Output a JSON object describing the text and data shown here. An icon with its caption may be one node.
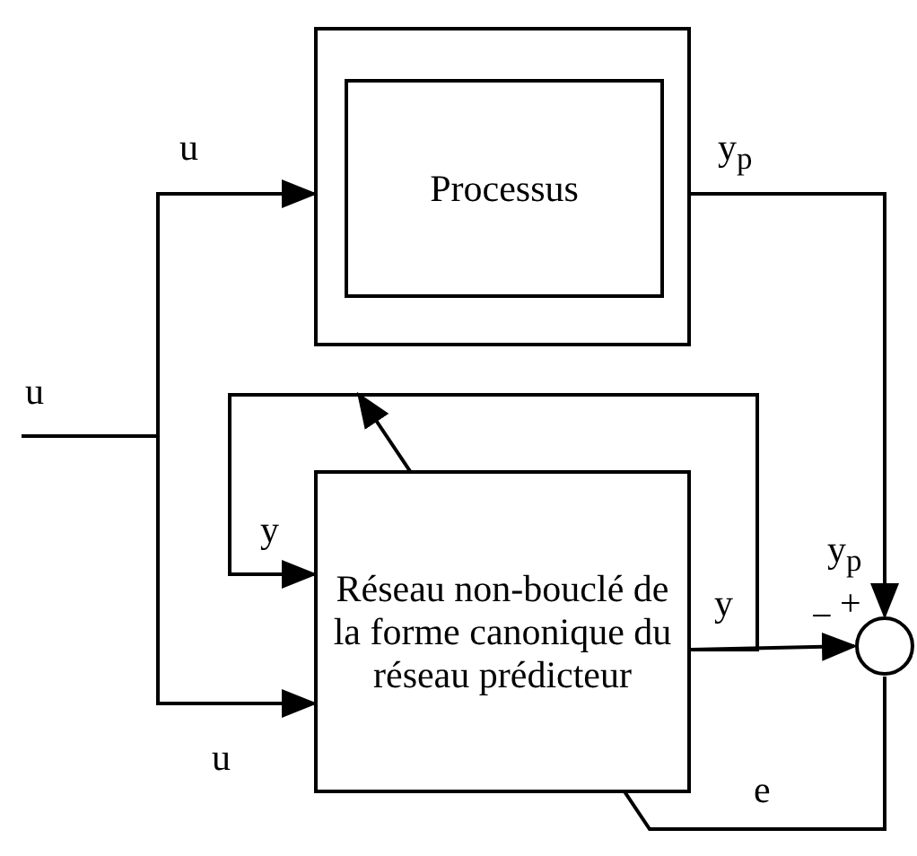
{
  "diagram": {
    "nodes": [
      {
        "text": [],
        "shape": "box"
      },
      {
        "text": [
          "Processus"
        ],
        "in": 0
      },
      {
        "text": [
          "Réseau non-bouclé de la forme canonique du réseau prédicteur"
        ]
      },
      {
        "text": [],
        "shape": "circle"
      }
    ],
    "edges": [
      {
        "from": null,
        "to": 0,
        "arrow": "to",
        "label": "u"
      },
      {
        "from": null,
        "to": 2,
        "arrow": "to",
        "label": "u"
      },
      {
        "from": 0,
        "to": 3,
        "arrow": "to",
        "label": "y$_{p}$"
      },
      {
        "from": 2,
        "to": 3,
        "arrow": "to",
        "label": "y"
      },
      {
        "from": 2,
        "to": 2,
        "arrow": "to",
        "label": "y"
      },
      {
        "from": 3,
        "to": 2,
        "arrow": "to",
        "label": "e"
      }
    ],
    "labels": [
      "u",
      "y$_{p}$",
      "+",
      "−"
    ]
  }
}
